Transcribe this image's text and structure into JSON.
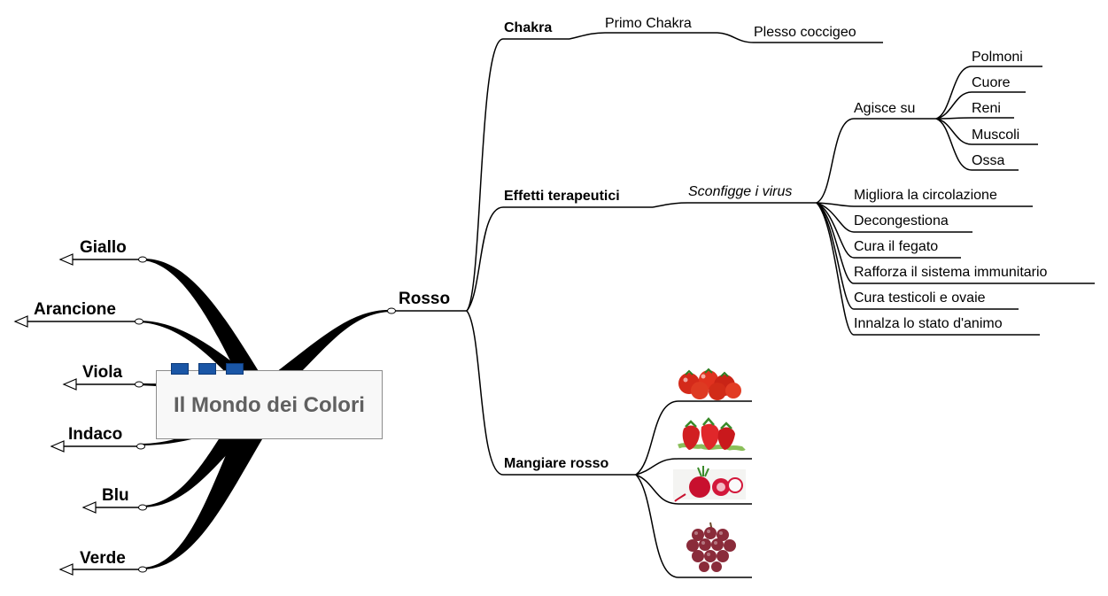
{
  "central": {
    "title": "Il Mondo dei Colori"
  },
  "central_toolbar": [
    "notes-icon",
    "attachment-icon",
    "link-icon"
  ],
  "left_branches": [
    {
      "label": "Giallo"
    },
    {
      "label": "Arancione"
    },
    {
      "label": "Viola"
    },
    {
      "label": "Indaco"
    },
    {
      "label": "Blu"
    },
    {
      "label": "Verde"
    }
  ],
  "rosso": {
    "label": "Rosso",
    "chakra": {
      "label": "Chakra",
      "child": "Primo Chakra",
      "grandchild": "Plesso coccigeo"
    },
    "effetti": {
      "label": "Effetti terapeutici",
      "child": "Sconfigge i virus",
      "agisce": {
        "label": "Agisce su",
        "items": [
          "Polmoni",
          "Cuore",
          "Reni",
          "Muscoli",
          "Ossa"
        ]
      },
      "items": [
        "Migliora la circolazione",
        "Decongestiona",
        "Cura il fegato",
        "Rafforza il sistema immunitario",
        "Cura testicoli e ovaie",
        "Innalza lo stato d'animo"
      ]
    },
    "mangiare": {
      "label": "Mangiare rosso",
      "images": [
        "tomatoes-image",
        "strawberries-image",
        "radishes-image",
        "grapes-image"
      ]
    }
  },
  "colors": {
    "line": "#000000",
    "central_text": "#606060",
    "toolbar_icon": "#1a56a6"
  }
}
